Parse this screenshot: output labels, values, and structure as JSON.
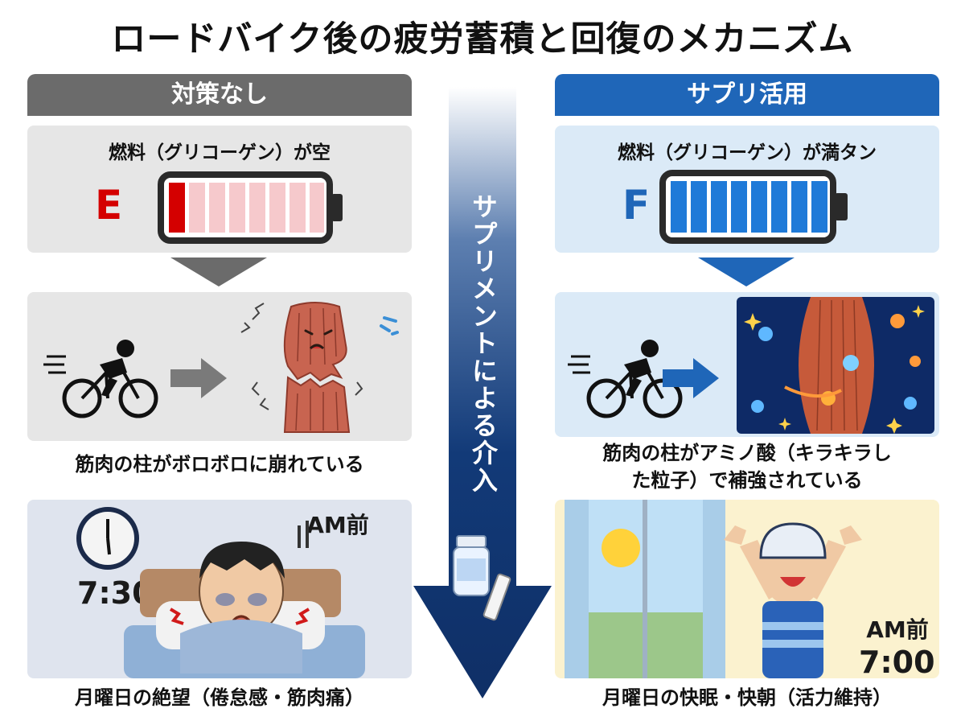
{
  "title": "ロードバイク後の疲労蓄積と回復のメカニズム",
  "left": {
    "header": "対策なし",
    "fuel_label": "燃料（グリコーゲン）が空",
    "gauge_letter": "E",
    "muscle_caption": "筋肉の柱がボロボロに崩れている",
    "clock_time": "7:30",
    "am_label": "AM前",
    "morning_caption": "月曜日の絶望（倦怠感・筋肉痛）"
  },
  "right": {
    "header": "サプリ活用",
    "fuel_label": "燃料（グリコーゲン）が満タン",
    "gauge_letter": "F",
    "muscle_caption_line1": "筋肉の柱がアミノ酸（キラキラし",
    "muscle_caption_line2": "た粒子）で補強されている",
    "am_label": "AM前",
    "time": "7:00",
    "morning_caption": "月曜日の快眠・快朝（活力維持）"
  },
  "center": {
    "label": "サプリメントによる介入"
  },
  "colors": {
    "left_header": "#6b6b6b",
    "right_header": "#1f66b8",
    "empty_red": "#d40000",
    "full_blue": "#1f7ad8",
    "arrow_navy": "#123a78"
  }
}
